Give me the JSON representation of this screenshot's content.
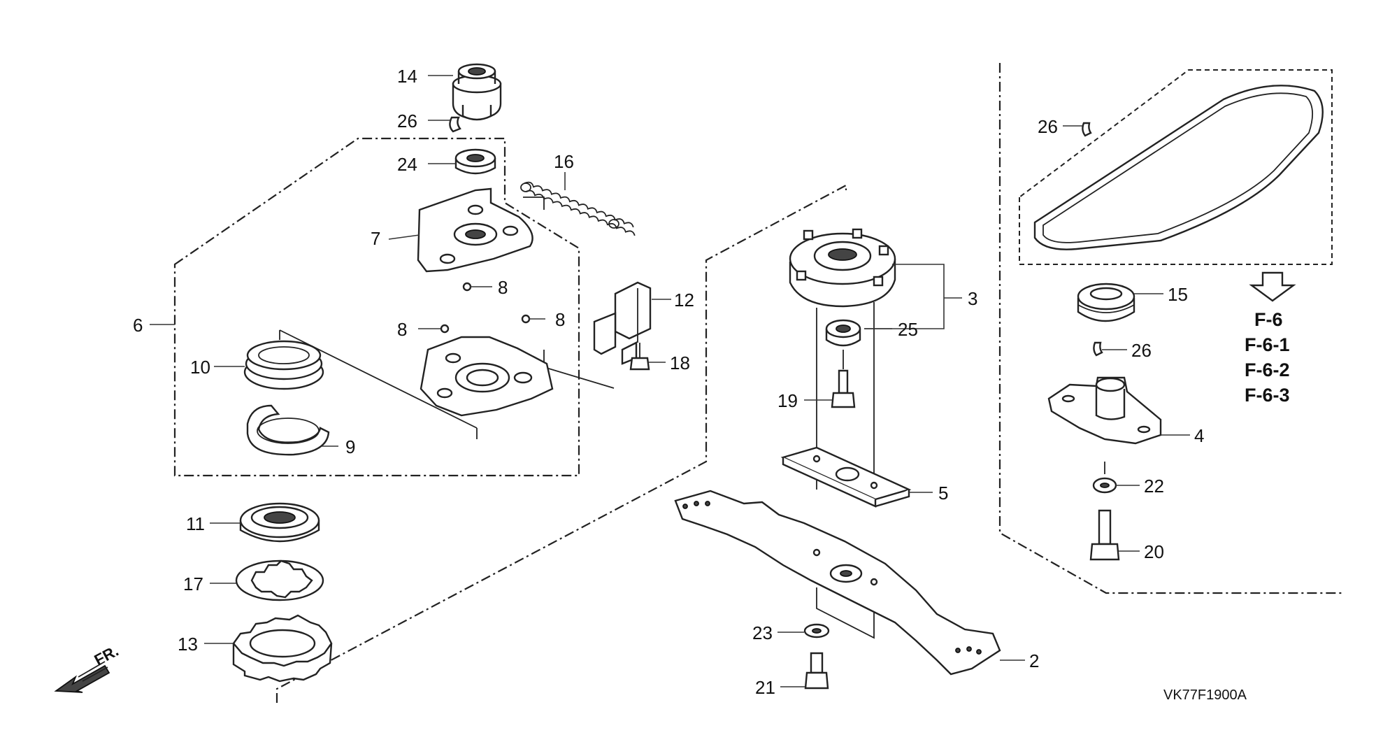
{
  "diagram_code": "VK77F1900A",
  "direction_label": "FR.",
  "arrow_icon": "front-direction-arrow-icon",
  "reference_pages": [
    "F-6",
    "F-6-1",
    "F-6-2",
    "F-6-3"
  ],
  "callouts": {
    "c1": "14",
    "c2": "26",
    "c3": "24",
    "c4": "16",
    "c5": "7",
    "c6": "8",
    "c7": "12",
    "c8": "6",
    "c9": "8",
    "c10": "8",
    "c11": "18",
    "c12": "10",
    "c13": "9",
    "c14": "11",
    "c15": "17",
    "c16": "13",
    "c17": "3",
    "c18": "25",
    "c19": "19",
    "c20": "5",
    "c21": "23",
    "c22": "21",
    "c23": "2",
    "c24": "26",
    "c25": "15",
    "c26": "26",
    "c27": "4",
    "c28": "22",
    "c29": "20"
  }
}
